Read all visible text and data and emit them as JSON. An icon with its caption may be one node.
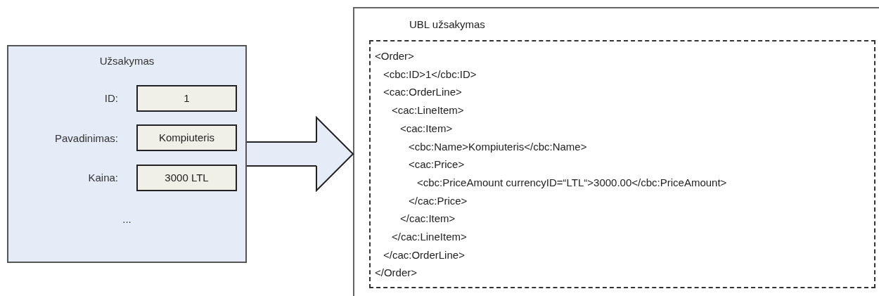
{
  "diagram": {
    "nodes": [
      {
        "text": [
          "Užsakymas",
          "ID:",
          "Pavadinimas:",
          "Kaina:",
          "..."
        ]
      },
      {
        "text": [
          "1"
        ],
        "in": 0
      },
      {
        "text": [
          "Kompiuteris"
        ],
        "in": 0
      },
      {
        "text": [
          "3000 LTL"
        ],
        "in": 0
      },
      {
        "text": [
          "UBL užsakymas"
        ]
      },
      {
        "text": [
          "<Order>",
          "<cbc:ID>1</cbc:ID>",
          "<cac:OrderLine>",
          "<cac:LineItem>",
          "<cac:Item>",
          "<cbc:Name>Kompiuteris</cbc:Name>",
          "<cac:Price>",
          "<cbc:PriceAmount currencyID=“LTL“>3000.00</cbc:PriceAmount>",
          "</cac:Price>",
          "</cac:Item>",
          "</cac:LineItem>",
          "</cac:OrderLine>",
          "</Order>"
        ],
        "in": 4
      }
    ],
    "edges": [
      {
        "from": 0,
        "to": 4,
        "arrow": "to"
      }
    ]
  }
}
